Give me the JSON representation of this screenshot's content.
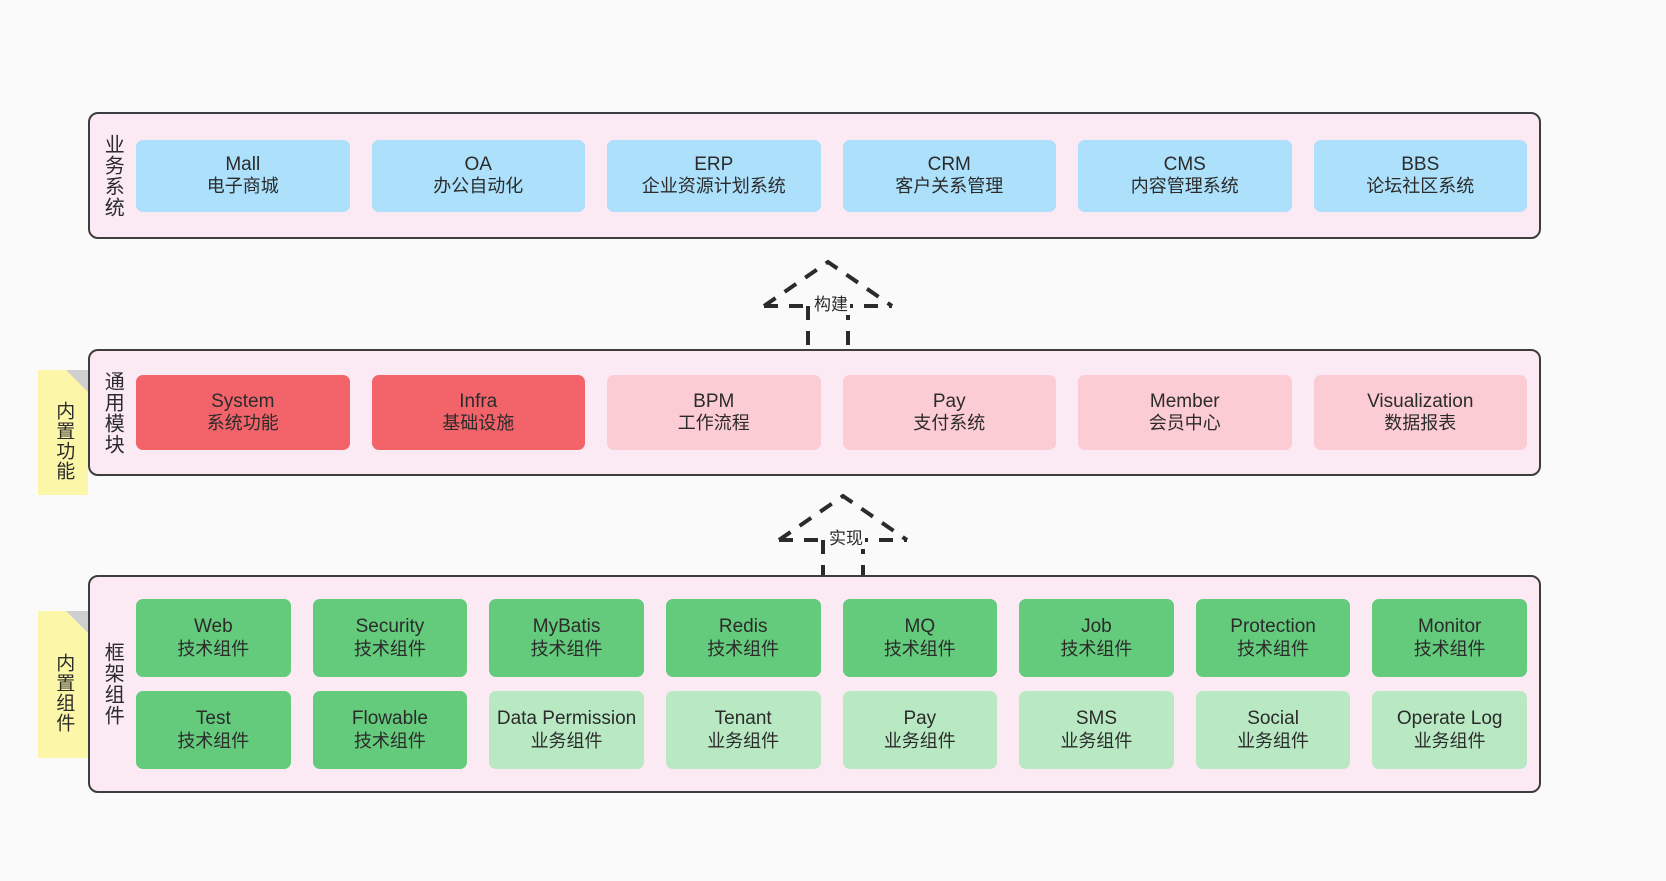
{
  "diagram": {
    "background_color": "#fafafa",
    "panel_color": "#fbeaf4",
    "panel_border_color": "#3d3d3d",
    "sticky_color": "#fcf7a8",
    "sticky_fold_color": "#cfcfcf"
  },
  "layers": {
    "business": {
      "title": "业务系统",
      "color": "#ace0fb",
      "cards": [
        {
          "en": "Mall",
          "cn": "电子商城"
        },
        {
          "en": "OA",
          "cn": "办公自动化"
        },
        {
          "en": "ERP",
          "cn": "企业资源计划系统"
        },
        {
          "en": "CRM",
          "cn": "客户关系管理"
        },
        {
          "en": "CMS",
          "cn": "内容管理系统"
        },
        {
          "en": "BBS",
          "cn": "论坛社区系统"
        }
      ]
    },
    "common": {
      "title": "通用模块",
      "sticky": "内置功能",
      "primary_color": "#f2646a",
      "secondary_color": "#fcccd4",
      "cards": [
        {
          "en": "System",
          "cn": "系统功能",
          "tone": "red"
        },
        {
          "en": "Infra",
          "cn": "基础设施",
          "tone": "red"
        },
        {
          "en": "BPM",
          "cn": "工作流程",
          "tone": "pink"
        },
        {
          "en": "Pay",
          "cn": "支付系统",
          "tone": "pink"
        },
        {
          "en": "Member",
          "cn": "会员中心",
          "tone": "pink"
        },
        {
          "en": "Visualization",
          "cn": "数据报表",
          "tone": "pink"
        }
      ]
    },
    "framework": {
      "title": "框架组件",
      "sticky": "内置组件",
      "primary_color": "#64ca7c",
      "secondary_color": "#b9e9c3",
      "row1": [
        {
          "en": "Web",
          "cn": "技术组件",
          "tone": "green"
        },
        {
          "en": "Security",
          "cn": "技术组件",
          "tone": "green"
        },
        {
          "en": "MyBatis",
          "cn": "技术组件",
          "tone": "green"
        },
        {
          "en": "Redis",
          "cn": "技术组件",
          "tone": "green"
        },
        {
          "en": "MQ",
          "cn": "技术组件",
          "tone": "green"
        },
        {
          "en": "Job",
          "cn": "技术组件",
          "tone": "green"
        },
        {
          "en": "Protection",
          "cn": "技术组件",
          "tone": "green"
        },
        {
          "en": "Monitor",
          "cn": "技术组件",
          "tone": "green"
        }
      ],
      "row2": [
        {
          "en": "Test",
          "cn": "技术组件",
          "tone": "green"
        },
        {
          "en": "Flowable",
          "cn": "技术组件",
          "tone": "green"
        },
        {
          "en": "Data Permission",
          "cn": "业务组件",
          "tone": "lgreen"
        },
        {
          "en": "Tenant",
          "cn": "业务组件",
          "tone": "lgreen"
        },
        {
          "en": "Pay",
          "cn": "业务组件",
          "tone": "lgreen"
        },
        {
          "en": "SMS",
          "cn": "业务组件",
          "tone": "lgreen"
        },
        {
          "en": "Social",
          "cn": "业务组件",
          "tone": "lgreen"
        },
        {
          "en": "Operate Log",
          "cn": "业务组件",
          "tone": "lgreen"
        }
      ]
    }
  },
  "connectors": [
    {
      "id": "build",
      "label": "构建",
      "style": "dashed-hollow-triangle-up"
    },
    {
      "id": "implement",
      "label": "实现",
      "style": "dashed-hollow-triangle-up"
    }
  ]
}
